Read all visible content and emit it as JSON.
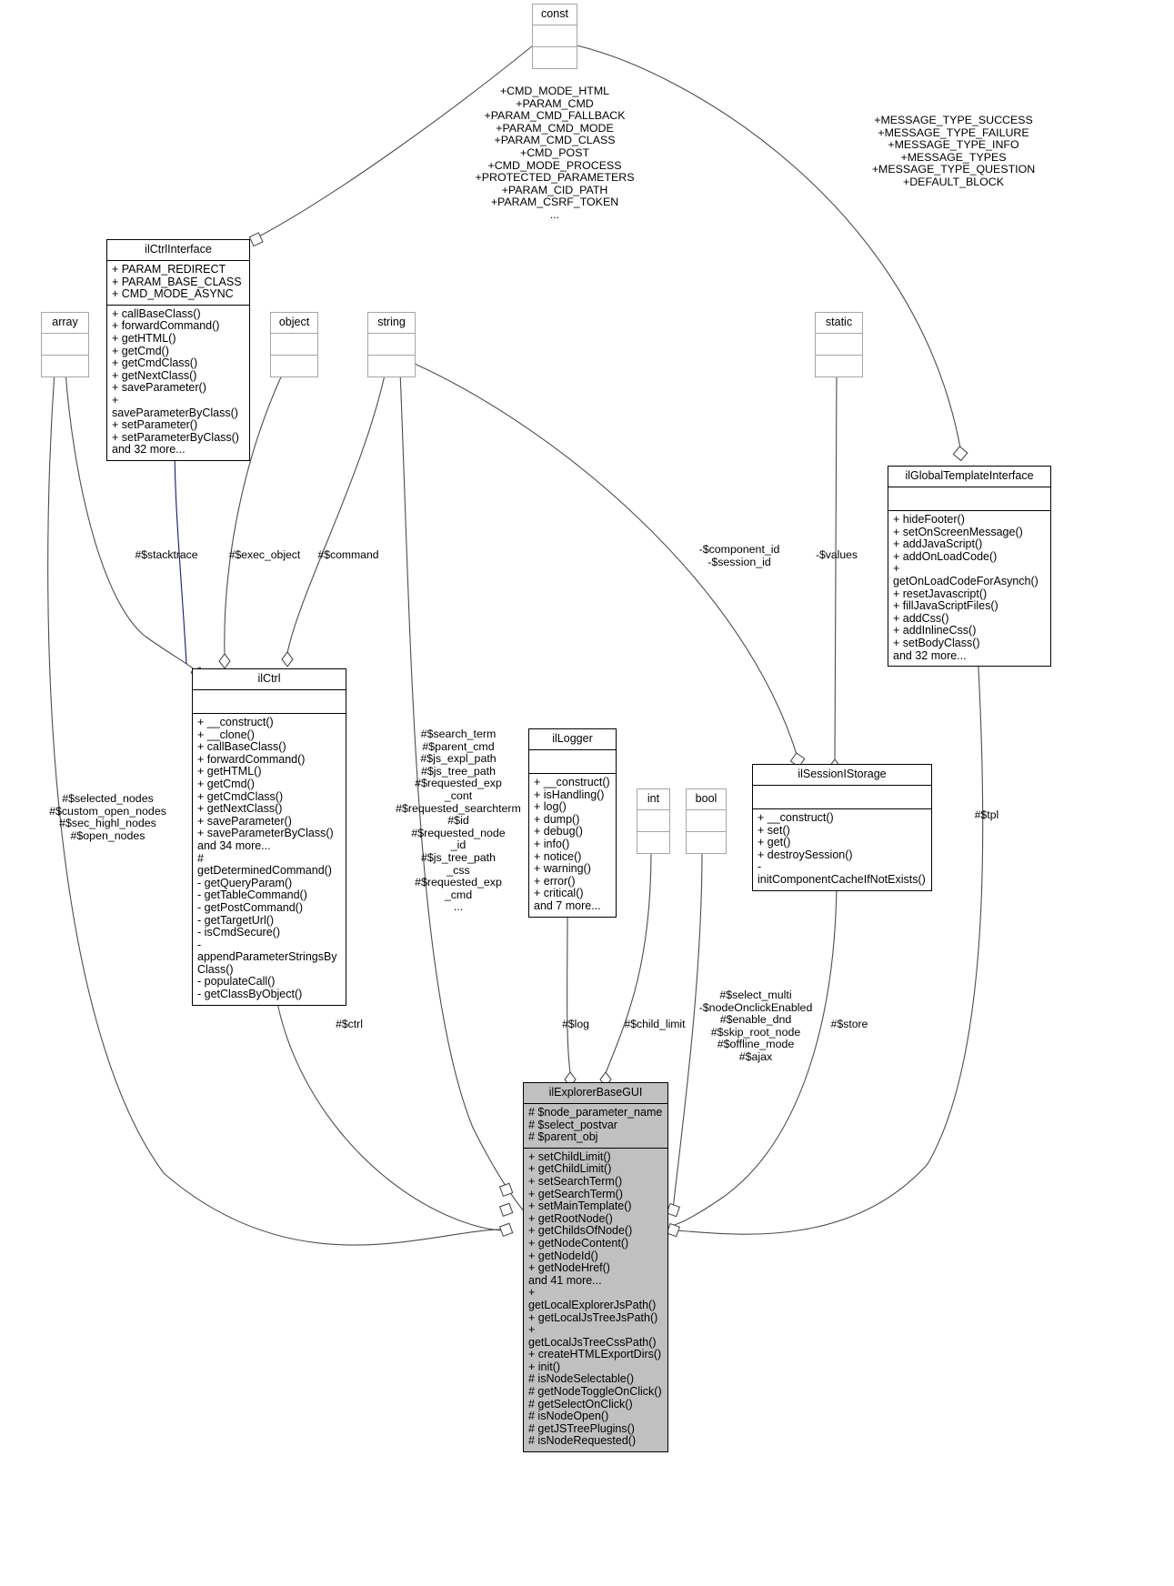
{
  "diagram": {
    "type": "uml-class-diagram",
    "title": "ilExplorerBaseGUI class collaboration diagram"
  },
  "nodes": {
    "const": {
      "name": "const",
      "attributes": [],
      "methods": []
    },
    "il_ctrl_interface": {
      "name": "ilCtrlInterface",
      "attributes": [
        "+ PARAM_REDIRECT",
        "+ PARAM_BASE_CLASS",
        "+ CMD_MODE_ASYNC"
      ],
      "methods": [
        "+ callBaseClass()",
        "+ forwardCommand()",
        "+ getHTML()",
        "+ getCmd()",
        "+ getCmdClass()",
        "+ getNextClass()",
        "+ saveParameter()",
        "+ saveParameterByClass()",
        "+ setParameter()",
        "+ setParameterByClass()",
        "and 32 more..."
      ]
    },
    "array": {
      "name": "array",
      "attributes": [],
      "methods": []
    },
    "object": {
      "name": "object",
      "attributes": [],
      "methods": []
    },
    "string": {
      "name": "string",
      "attributes": [],
      "methods": []
    },
    "static": {
      "name": "static",
      "attributes": [],
      "methods": []
    },
    "int": {
      "name": "int",
      "attributes": [],
      "methods": []
    },
    "bool": {
      "name": "bool",
      "attributes": [],
      "methods": []
    },
    "il_ctrl": {
      "name": "ilCtrl",
      "attributes": [],
      "methods": [
        "+ __construct()",
        "+ __clone()",
        "+ callBaseClass()",
        "+ forwardCommand()",
        "+ getHTML()",
        "+ getCmd()",
        "+ getCmdClass()",
        "+ getNextClass()",
        "+ saveParameter()",
        "+ saveParameterByClass()",
        "and 34 more...",
        "# getDeterminedCommand()",
        "- getQueryParam()",
        "- getTableCommand()",
        "- getPostCommand()",
        "- getTargetUrl()",
        "- isCmdSecure()",
        "- appendParameterStringsBy\nClass()",
        "- populateCall()",
        "- getClassByObject()"
      ]
    },
    "il_logger": {
      "name": "ilLogger",
      "attributes": [],
      "methods": [
        "+ __construct()",
        "+ isHandling()",
        "+ log()",
        "+ dump()",
        "+ debug()",
        "+ info()",
        "+ notice()",
        "+ warning()",
        "+ error()",
        "+ critical()",
        "and 7 more..."
      ]
    },
    "il_global_template_interface": {
      "name": "ilGlobalTemplateInterface",
      "attributes": [],
      "methods": [
        "+ hideFooter()",
        "+ setOnScreenMessage()",
        "+ addJavaScript()",
        "+ addOnLoadCode()",
        "+ getOnLoadCodeForAsynch()",
        "+ resetJavascript()",
        "+ fillJavaScriptFiles()",
        "+ addCss()",
        "+ addInlineCss()",
        "+ setBodyClass()",
        "and 32 more..."
      ]
    },
    "il_session_istorage": {
      "name": "ilSessionIStorage",
      "attributes": [],
      "methods": [
        "+ __construct()",
        "+ set()",
        "+ get()",
        "+ destroySession()",
        "- initComponentCacheIfNotExists()"
      ]
    },
    "il_explorer_base_gui": {
      "name": "ilExplorerBaseGUI",
      "attributes": [
        "# $node_parameter_name",
        "# $select_postvar",
        "# $parent_obj"
      ],
      "methods": [
        "+ setChildLimit()",
        "+ getChildLimit()",
        "+ setSearchTerm()",
        "+ getSearchTerm()",
        "+ setMainTemplate()",
        "+ getRootNode()",
        "+ getChildsOfNode()",
        "+ getNodeContent()",
        "+ getNodeId()",
        "+ getNodeHref()",
        "and 41 more...",
        "+ getLocalExplorerJsPath()",
        "+ getLocalJsTreeJsPath()",
        "+ getLocalJsTreeCssPath()",
        "+ createHTMLExportDirs()",
        "+ init()",
        "# isNodeSelectable()",
        "# getNodeToggleOnClick()",
        "# getSelectOnClick()",
        "# isNodeOpen()",
        "# getJSTreePlugins()",
        "# isNodeRequested()"
      ]
    }
  },
  "edge_labels": {
    "const_to_ctrl_interface": "+CMD_MODE_HTML\n+PARAM_CMD\n+PARAM_CMD_FALLBACK\n+PARAM_CMD_MODE\n+PARAM_CMD_CLASS\n+CMD_POST\n+CMD_MODE_PROCESS\n+PROTECTED_PARAMETERS\n+PARAM_CID_PATH\n+PARAM_CSRF_TOKEN\n...",
    "const_to_global_template": "+MESSAGE_TYPE_SUCCESS\n+MESSAGE_TYPE_FAILURE\n+MESSAGE_TYPE_INFO\n+MESSAGE_TYPES\n+MESSAGE_TYPE_QUESTION\n+DEFAULT_BLOCK",
    "stacktrace": "#$stacktrace",
    "exec_object": "#$exec_object",
    "command": "#$command",
    "selected_nodes": "#$selected_nodes\n#$custom_open_nodes\n#$sec_highl_nodes\n#$open_nodes",
    "component_session": "-$component_id\n-$session_id",
    "values": "-$values",
    "tpl": "#$tpl",
    "ctrl": "#$ctrl",
    "explorer_strings": "#$search_term\n#$parent_cmd\n#$js_expl_path\n#$js_tree_path\n#$requested_exp\n_cont\n#$requested_searchterm\n#$id\n#$requested_node\n_id\n#$js_tree_path\n_css\n#$requested_exp\n_cmd\n...",
    "log": "#$log",
    "child_limit": "#$child_limit",
    "select_multi": "#$select_multi\n-$nodeOnclickEnabled\n#$enable_dnd\n#$skip_root_node\n#$offline_mode\n#$ajax",
    "store": "#$store"
  },
  "colors": {
    "highlight_fill": "#c0c0c0",
    "border": "#000000",
    "light_border": "#a5a5a5",
    "inherit_edge": "#191970",
    "edge": "#4d4d4d"
  }
}
